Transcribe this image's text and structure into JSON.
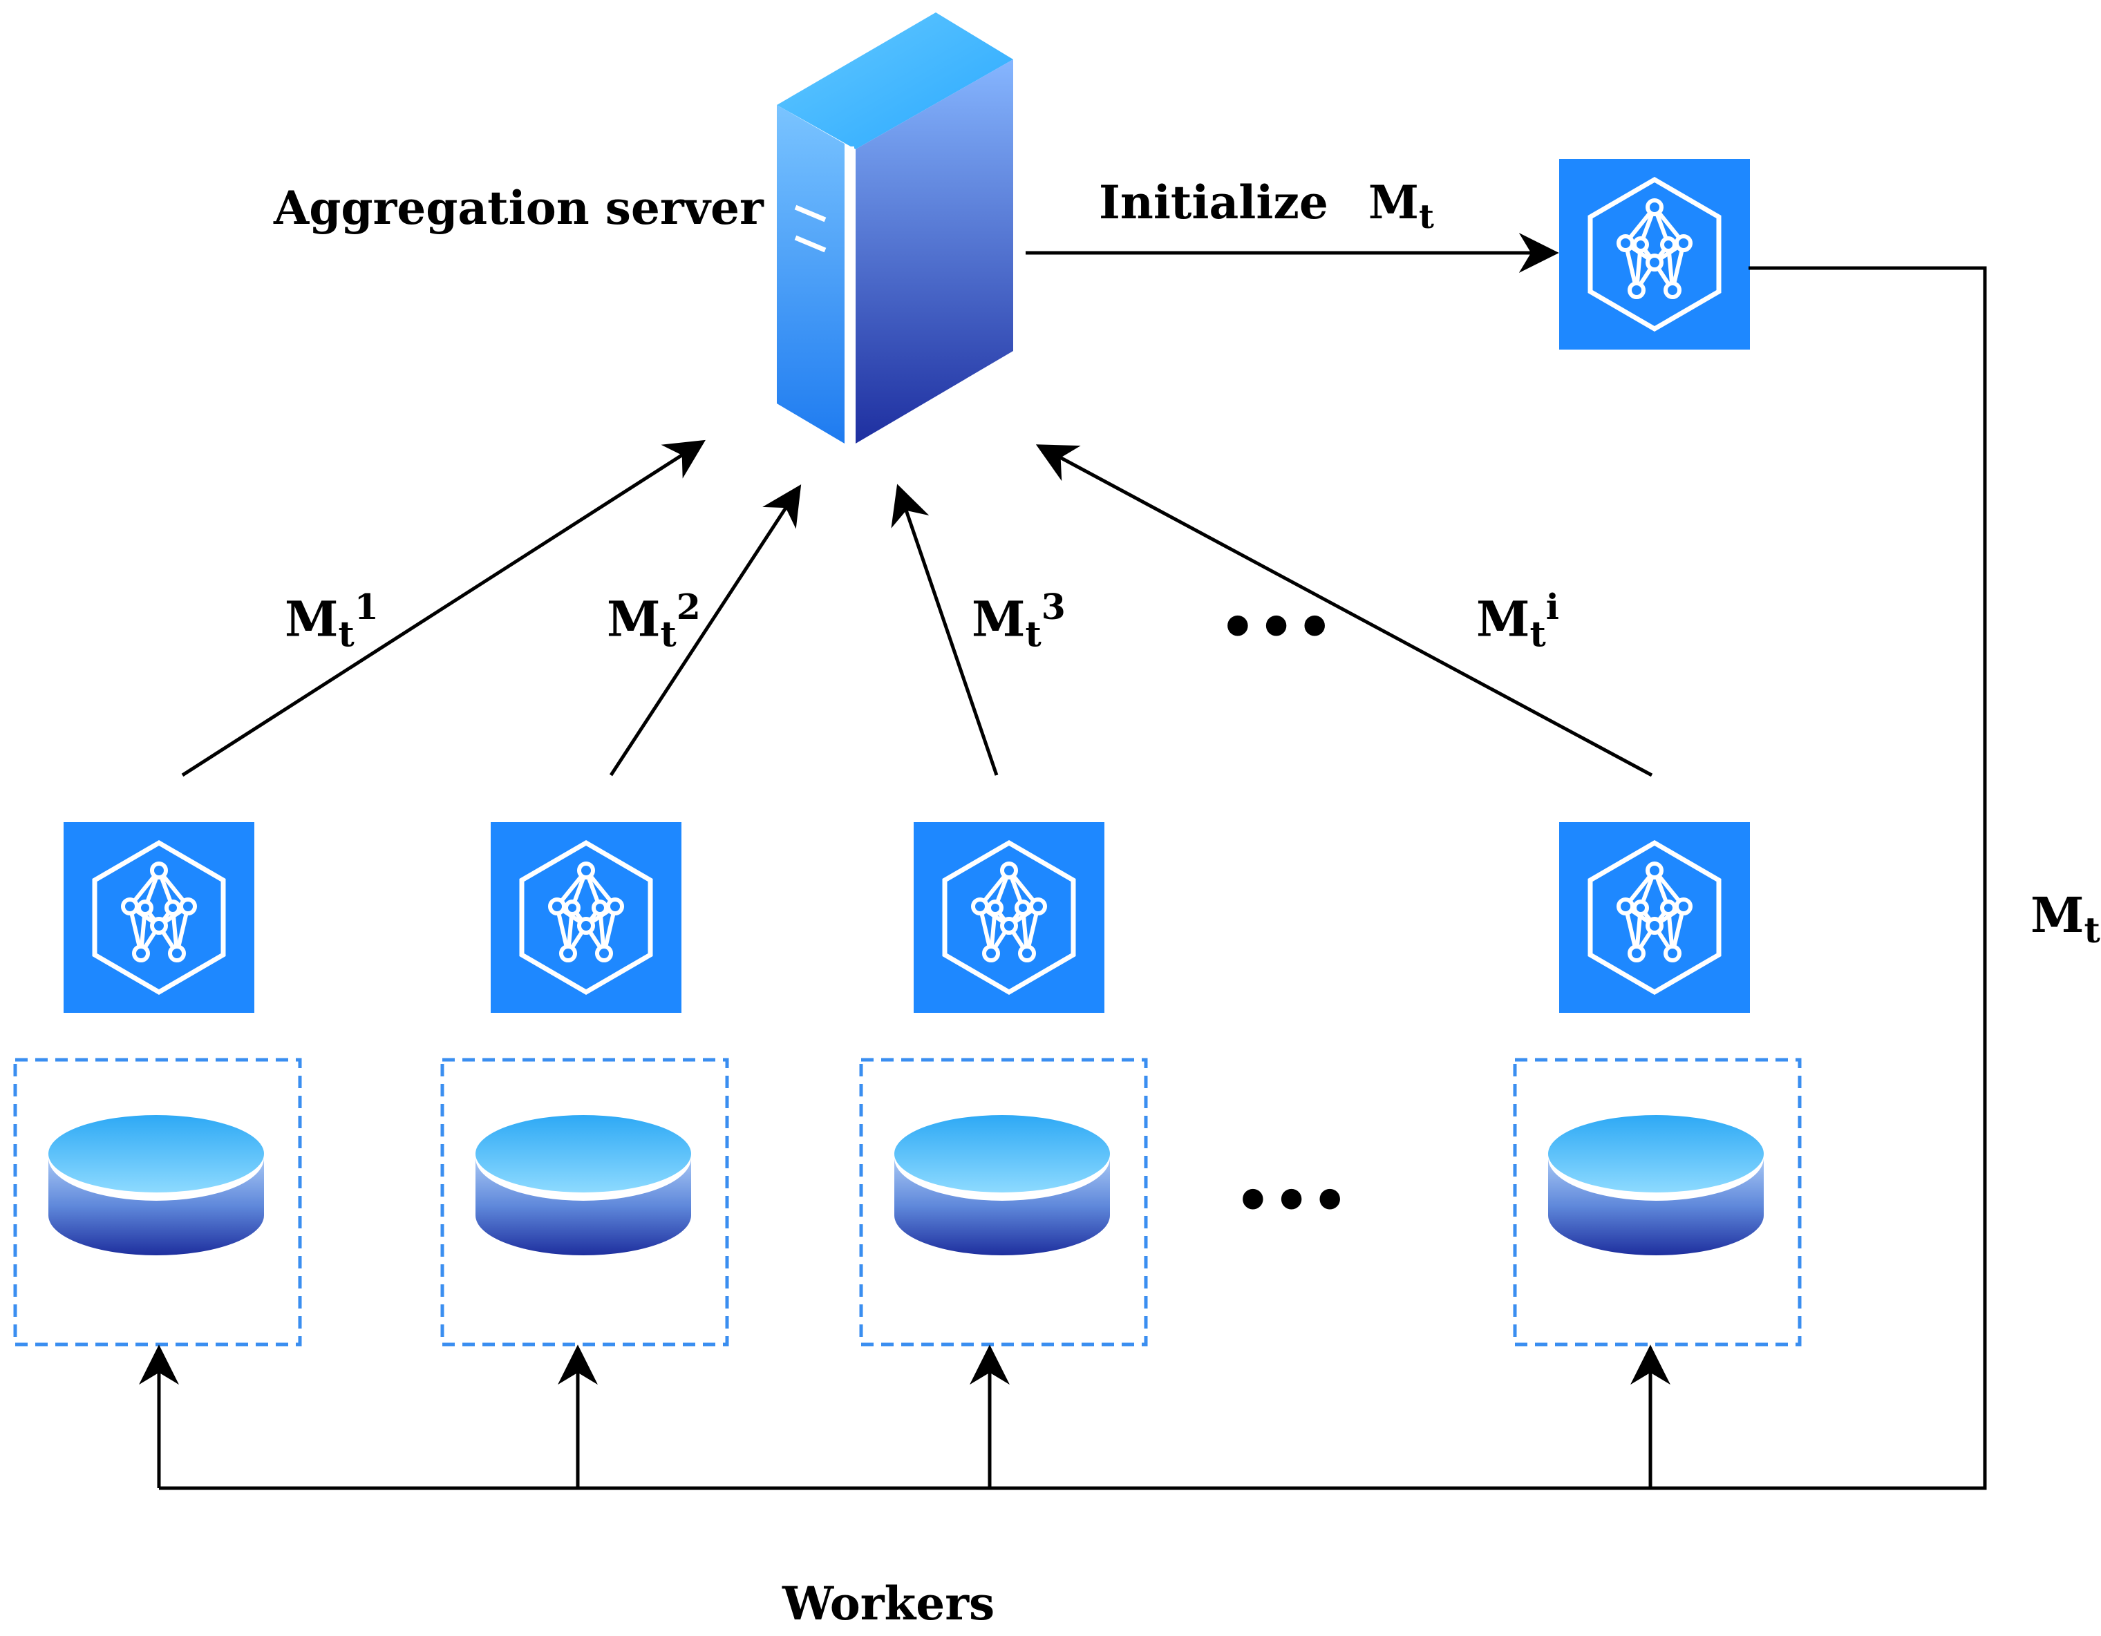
{
  "labels": {
    "server": "Aggregation server",
    "initialize": "Initialize",
    "workers": "Workers",
    "ellipsis": "•••"
  },
  "model_symbol": {
    "base": "M",
    "sub": "t"
  },
  "updates": [
    {
      "base": "M",
      "sub": "t",
      "sup": "1"
    },
    {
      "base": "M",
      "sub": "t",
      "sup": "2"
    },
    {
      "base": "M",
      "sub": "t",
      "sup": "3"
    },
    {
      "base": "M",
      "sub": "t",
      "sup": "i"
    }
  ],
  "icons": {
    "server": "server-icon",
    "model": "neural-network-icon",
    "database": "database-icon"
  },
  "colors": {
    "icon_blue": "#1E88FF",
    "dashed_border": "#3A8EF0",
    "server_light": "#7DBBFF",
    "server_dark": "#1A3FAF",
    "stroke": "#000000"
  }
}
